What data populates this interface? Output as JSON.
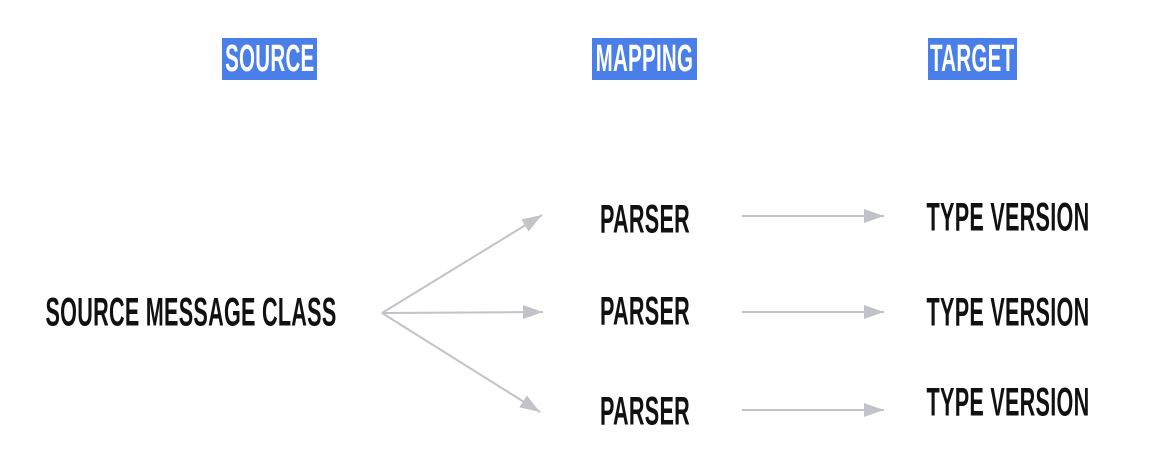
{
  "diagram": {
    "type": "flow-diagram",
    "background_color": "#ffffff",
    "header_bg_color": "#4a7ee9",
    "header_text_color": "#ffffff",
    "node_text_color": "#111111",
    "arrow_color": "#c1c3c8",
    "columns": [
      {
        "header": "SOURCE"
      },
      {
        "header": "MAPPING"
      },
      {
        "header": "TARGET"
      }
    ],
    "source_node": {
      "label": "SOURCE MESSAGE CLASS"
    },
    "parser_nodes": [
      {
        "label": "PARSER"
      },
      {
        "label": "PARSER"
      },
      {
        "label": "PARSER"
      }
    ],
    "target_nodes": [
      {
        "label": "TYPE VERSION"
      },
      {
        "label": "TYPE VERSION"
      },
      {
        "label": "TYPE VERSION"
      }
    ],
    "edges": [
      {
        "from": "source-message-class",
        "to": "parser-1"
      },
      {
        "from": "source-message-class",
        "to": "parser-2"
      },
      {
        "from": "source-message-class",
        "to": "parser-3"
      },
      {
        "from": "parser-1",
        "to": "type-version-1"
      },
      {
        "from": "parser-2",
        "to": "type-version-2"
      },
      {
        "from": "parser-3",
        "to": "type-version-3"
      }
    ]
  }
}
